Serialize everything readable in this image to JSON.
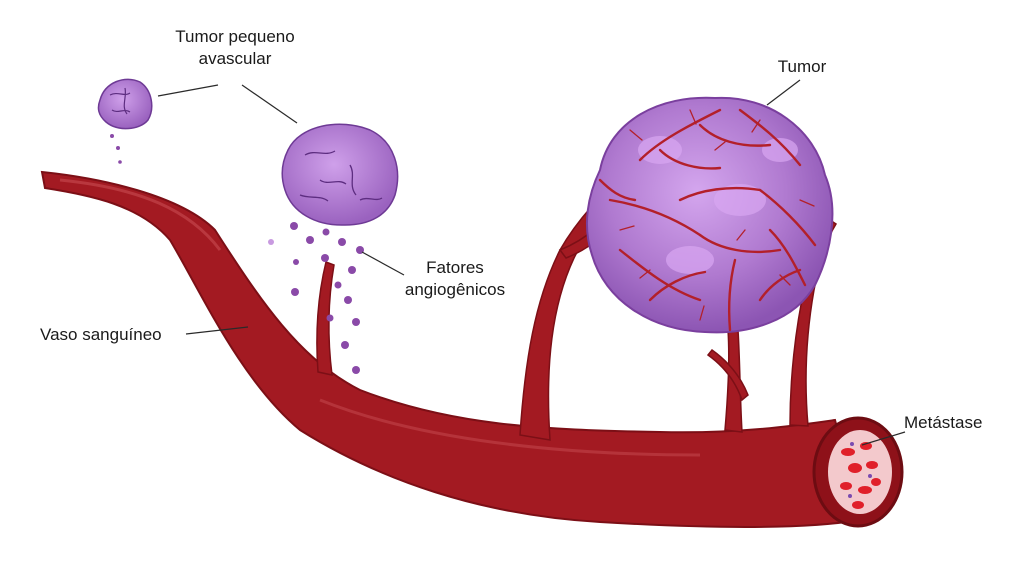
{
  "labels": {
    "small_tumor_line1": "Tumor pequeno",
    "small_tumor_line2": "avascular",
    "tumor": "Tumor",
    "factors_line1": "Fatores",
    "factors_line2": "angiogênicos",
    "vessel": "Vaso sanguíneo",
    "metastasis": "Metástase"
  },
  "colors": {
    "vessel": "#a31a22",
    "vessel_dark": "#7c0f16",
    "tumor": "#b07ad0",
    "tumor_dark": "#7a3f9e",
    "factor_dots": "#8a4aa8",
    "blood_cells": "#e0202a"
  }
}
